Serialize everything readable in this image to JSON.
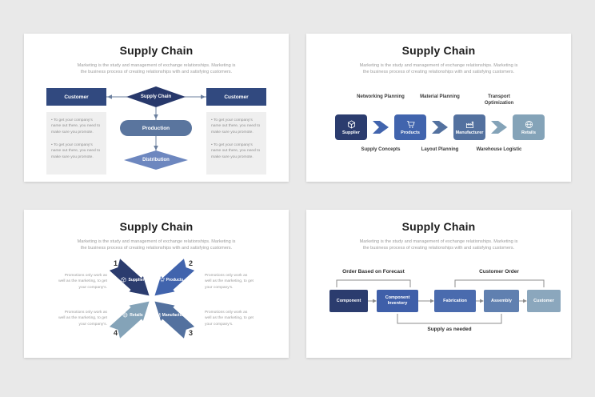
{
  "colors": {
    "navy": "#2b3c6e",
    "blue": "#4164ad",
    "mid_blue": "#53719f",
    "slate": "#5a759e",
    "steel": "#84a3b8",
    "light_blue": "#6d87bf",
    "background": "#e9e9e9"
  },
  "slide1": {
    "title": "Supply Chain",
    "subtitle": "Marketing is the study and management of exchange relationships. Marketing is the business process of creating relationships with and satisfying customers.",
    "customer_left": "Customer",
    "customer_right": "Customer",
    "supply_chain": "Supply Chain",
    "production": "Production",
    "distribution": "Distribution",
    "promo": "To get your company's name out there, you need to make sure you promote."
  },
  "slide2": {
    "title": "Supply Chain",
    "subtitle": "Marketing is the study and management of exchange relationships. Marketing is the business process of creating relationships with and satisfying customers.",
    "top_labels": [
      "Networking Planning",
      "Material Planning",
      "Transport Optimization"
    ],
    "bottom_labels": [
      "Supply Concepts",
      "Layout Planning",
      "Warehouse Logistic"
    ],
    "steps": [
      {
        "label": "Supplier",
        "icon": "box-icon"
      },
      {
        "label": "Products",
        "icon": "cart-icon"
      },
      {
        "label": "Manufacturer",
        "icon": "factory-icon"
      },
      {
        "label": "Retails",
        "icon": "globe-icon"
      }
    ]
  },
  "slide3": {
    "title": "Supply Chain",
    "subtitle": "Marketing is the study and management of exchange relationships. Marketing is the business process of creating relationships with and satisfying customers.",
    "promo": "Promotions only work as well as the marketing, to get your company's.",
    "items": [
      {
        "num": "1",
        "label": "Supplier",
        "icon": "box-icon"
      },
      {
        "num": "2",
        "label": "Products",
        "icon": "cart-icon"
      },
      {
        "num": "3",
        "label": "Manufacturer",
        "icon": "factory-icon"
      },
      {
        "num": "4",
        "label": "Retails",
        "icon": "globe-icon"
      }
    ]
  },
  "slide4": {
    "title": "Supply Chain",
    "subtitle": "Marketing is the study and management of exchange relationships. Marketing is the business process of creating relationships with and satisfying customers.",
    "top_left_label": "Order Based on Forecast",
    "top_right_label": "Customer Order",
    "bottom_label": "Supply as needed",
    "boxes": [
      "Component",
      "Component Inventory",
      "Fabrication",
      "Assembly",
      "Customer"
    ]
  }
}
